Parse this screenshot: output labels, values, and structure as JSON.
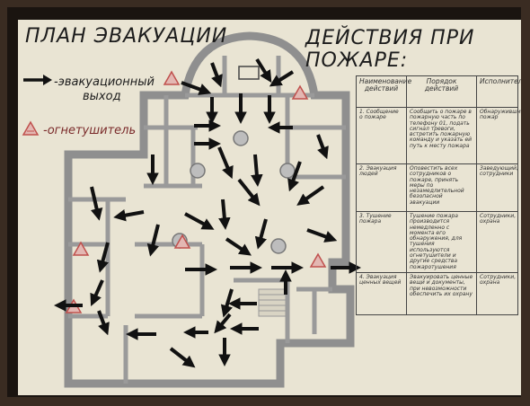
{
  "title": "ПЛАН ЭВАКУАЦИИ",
  "actions_title": "ДЕЙСТВИЯ ПРИ ПОЖАРЕ:",
  "legend": {
    "exit_label": "-эвакуационный",
    "exit_label_2": "выход",
    "extinguisher_label": "-огнетушитель"
  },
  "table": {
    "headers": [
      "Наименование действий",
      "Порядок действий",
      "Исполнитель"
    ],
    "rows": [
      {
        "action": "1. Сообщение о пожаре",
        "order": "Сообщить о пожаре в пожарную часть по телефону 01, подать сигнал тревоги, встретить пожарную команду и указать ей путь к месту пожара",
        "executor": "Обнаруживший пожар"
      },
      {
        "action": "2. Эвакуация людей",
        "order": "Оповестить всех сотрудников о пожаре, принять меры по незамедлительной безопасной эвакуации",
        "executor": "Заведующий, сотрудники"
      },
      {
        "action": "3. Тушение пожара",
        "order": "Тушение пожара производится немедленно с момента его обнаружения, для тушения используются огнетушители и другие средства пожаротушения",
        "executor": "Сотрудники, охрана"
      },
      {
        "action": "4. Эвакуация ценных вещей",
        "order": "Эвакуировать ценные вещи и документы, при невозможности обеспечить их охрану",
        "executor": "Сотрудники, охрана"
      }
    ]
  },
  "colors": {
    "paper": "#e9e4d3",
    "wall": "#8f8f8f",
    "arrow": "#111111",
    "extinguisher": "#c0504d"
  }
}
